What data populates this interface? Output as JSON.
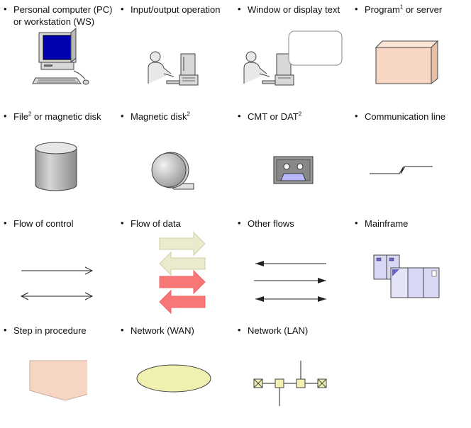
{
  "legend": {
    "items": [
      {
        "id": "pc",
        "label": "Personal computer (PC)\nor workstation (WS)",
        "sup": "",
        "label2": ""
      },
      {
        "id": "io",
        "label": "Input/output operation",
        "sup": "",
        "label2": ""
      },
      {
        "id": "window",
        "label": "Window or display text",
        "sup": "",
        "label2": ""
      },
      {
        "id": "program",
        "label": "Program",
        "sup": "1",
        "label2": " or server"
      },
      {
        "id": "file",
        "label": "File",
        "sup": "2",
        "label2": " or magnetic disk"
      },
      {
        "id": "magdisk",
        "label": "Magnetic disk",
        "sup": "2",
        "label2": ""
      },
      {
        "id": "cmt",
        "label": "CMT or DAT",
        "sup": "2",
        "label2": ""
      },
      {
        "id": "comm",
        "label": "Communication line",
        "sup": "",
        "label2": ""
      },
      {
        "id": "control",
        "label": "Flow of control",
        "sup": "",
        "label2": ""
      },
      {
        "id": "data",
        "label": "Flow of data",
        "sup": "",
        "label2": ""
      },
      {
        "id": "other",
        "label": "Other flows",
        "sup": "",
        "label2": ""
      },
      {
        "id": "mainframe",
        "label": "Mainframe",
        "sup": "",
        "label2": ""
      },
      {
        "id": "step",
        "label": "Step in procedure",
        "sup": "",
        "label2": ""
      },
      {
        "id": "wan",
        "label": "Network (WAN)",
        "sup": "",
        "label2": ""
      },
      {
        "id": "lan",
        "label": "Network (LAN)",
        "sup": "",
        "label2": ""
      }
    ],
    "bullet": "•"
  },
  "colors": {
    "program_fill": "#f7d7c4",
    "step_fill": "#f7d7c4",
    "wan_fill": "#f0f0b0",
    "lan_node": "#f0f0b0",
    "data_arrow_light": "#eaeacc",
    "data_arrow_red": "#f77777",
    "mainframe": "#d8d8f4",
    "monitor_screen": "#0000b0",
    "cmt_body": "#999999",
    "cmt_window": "#b8b8ff"
  }
}
